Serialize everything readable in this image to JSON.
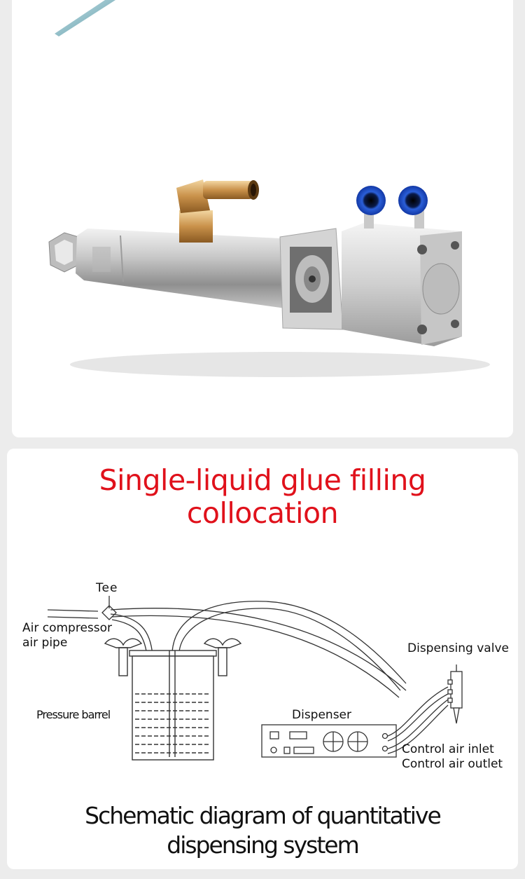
{
  "title": {
    "line1": "Single-liquid glue filling",
    "line2": "collocation"
  },
  "diagram": {
    "labels": {
      "tee": "Tee",
      "air_pipe_line1": "Air compressor",
      "air_pipe_line2": "air pipe",
      "dispensing_valve": "Dispensing valve",
      "pressure_barrel": "Pressure barrel",
      "dispenser": "Dispenser",
      "control_air_inlet": "Control air inlet",
      "control_air_outlet": "Control air outlet"
    }
  },
  "caption": {
    "line1": "Schematic diagram of quantitative",
    "line2": "dispensing system"
  },
  "colors": {
    "title_red": "#e0111b",
    "background": "#ececec",
    "card": "#ffffff"
  }
}
